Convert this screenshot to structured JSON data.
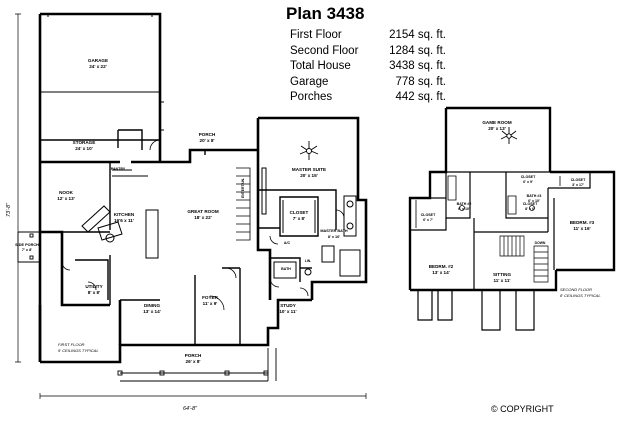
{
  "header": {
    "title": "Plan 3438"
  },
  "stats": [
    {
      "label": "First Floor",
      "value": "2154 sq. ft."
    },
    {
      "label": "Second Floor",
      "value": "1284 sq. ft."
    },
    {
      "label": "Total House",
      "value": "3438 sq. ft."
    },
    {
      "label": "Garage",
      "value": "778 sq. ft."
    },
    {
      "label": "Porches",
      "value": "442 sq. ft."
    }
  ],
  "first_floor": {
    "rooms": [
      {
        "name": "GARAGE",
        "dims": "24' x 22'"
      },
      {
        "name": "STORAGE",
        "dims": "24' x 10'"
      },
      {
        "name": "PANTRY",
        "dims": ""
      },
      {
        "name": "NOOK",
        "dims": "12' x 13'"
      },
      {
        "name": "KITCHEN",
        "dims": "16'6 x 11'"
      },
      {
        "name": "SIDE PORCH",
        "dims": "7' x 8'"
      },
      {
        "name": "UTILITY",
        "dims": "8' x 8'"
      },
      {
        "name": "GREAT ROOM",
        "dims": "18' x 22'"
      },
      {
        "name": "PORCH",
        "dims": "20' x 8'"
      },
      {
        "name": "MASTER SUITE",
        "dims": "20' x 15'"
      },
      {
        "name": "CLOSET",
        "dims": "7' x 8'"
      },
      {
        "name": "MASTER BATH",
        "dims": "8' x 16'"
      },
      {
        "name": "DINING",
        "dims": "13' x 14'"
      },
      {
        "name": "FOYER",
        "dims": "11' x 9'"
      },
      {
        "name": "STUDY",
        "dims": "10' x 11'"
      },
      {
        "name": "PORCH",
        "dims": "26' x 8'"
      }
    ],
    "small_labels": [
      "ENTERTAIN.",
      "A/C",
      "BATH",
      "LIN."
    ],
    "dim_side": "73'-8\"",
    "dim_bottom": "64'-8\"",
    "note_line1": "FIRST FLOOR",
    "note_line2": "9' CEILINGS TYPICAL"
  },
  "second_floor": {
    "rooms": [
      {
        "name": "GAME ROOM",
        "dims": "20' x 13'"
      },
      {
        "name": "CLOSET",
        "dims": "6' x 9'"
      },
      {
        "name": "BATH #2",
        "dims": "6' x 10'"
      },
      {
        "name": "CLOSET",
        "dims": "6' x 7'"
      },
      {
        "name": "BEDRM. #2",
        "dims": "13' x 14'"
      },
      {
        "name": "SITTING",
        "dims": "11' x 11'"
      },
      {
        "name": "CLOSET",
        "dims": "8' x 6'"
      },
      {
        "name": "BATH #3",
        "dims": "6' x 10'"
      },
      {
        "name": "CLOSET",
        "dims": "3' x 17'"
      },
      {
        "name": "BEDRM. #3",
        "dims": "11' x 16'"
      }
    ],
    "small_labels": [
      "DOWN"
    ],
    "note_line1": "SECOND FLOOR",
    "note_line2": "8' CEILINGS TYPICAL"
  },
  "copyright": "© COPYRIGHT"
}
